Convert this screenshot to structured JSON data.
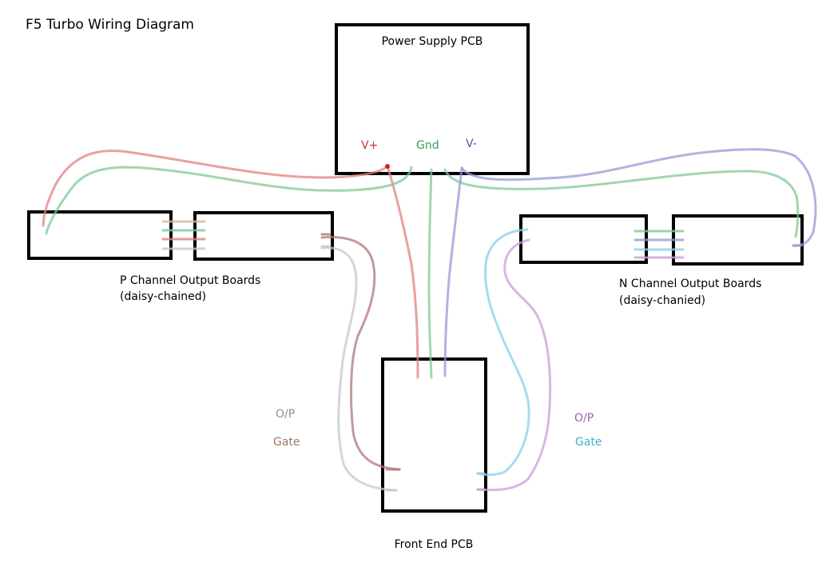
{
  "title": "F5 Turbo Wiring Diagram",
  "labels": {
    "power_supply": "Power Supply PCB",
    "v_plus": "V+",
    "gnd": "Gnd",
    "v_minus": "V-",
    "p_channel_line1": "P Channel Output Boards",
    "p_channel_line2": "(daisy-chained)",
    "n_channel_line1": "N Channel Output Boards",
    "n_channel_line2": "(daisy-chanied)",
    "op_left": "O/P",
    "gate_left": "Gate",
    "op_right": "O/P",
    "gate_right": "Gate",
    "front_end": "Front End PCB"
  },
  "colors": {
    "v_plus": "#e05050",
    "gnd": "#4caf6a",
    "v_minus": "#6a6acc",
    "p_op": "#c0c0c0",
    "p_gate": "#a06060",
    "n_op": "#c080c8",
    "n_gate": "#60c0e0",
    "label_op_left": "#909090",
    "label_gate_left": "#a07860",
    "label_op_right": "#a060b0",
    "label_gate_right": "#40b0c8"
  }
}
